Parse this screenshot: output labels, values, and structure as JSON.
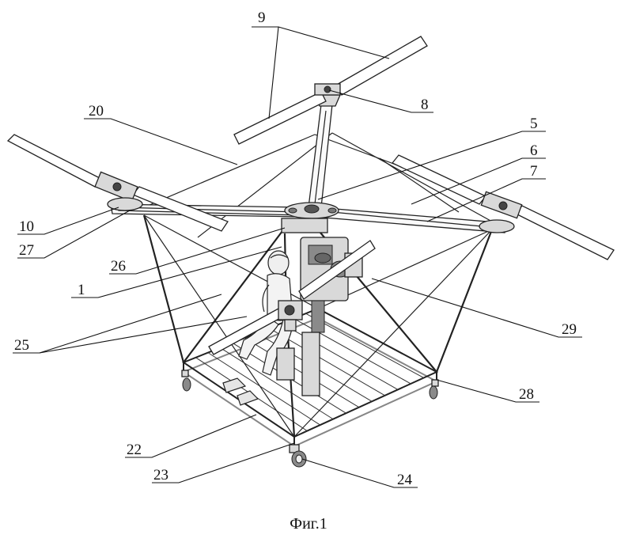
{
  "caption": "Фиг.1",
  "labels": {
    "l9": "9",
    "l8": "8",
    "l20": "20",
    "l5": "5",
    "l6": "6",
    "l7": "7",
    "l10": "10",
    "l27": "27",
    "l26": "26",
    "l1": "1",
    "l25": "25",
    "l29": "29",
    "l28": "28",
    "l22": "22",
    "l23": "23",
    "l24": "24"
  }
}
